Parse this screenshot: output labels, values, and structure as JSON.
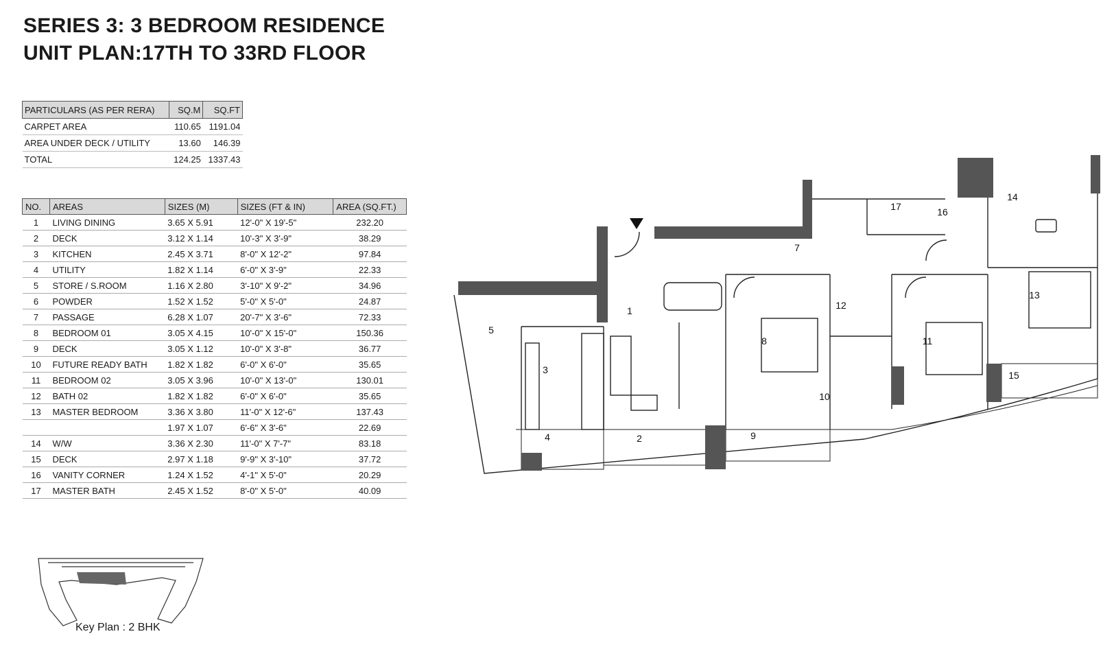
{
  "title": {
    "line1": "SERIES 3: 3 BEDROOM RESIDENCE",
    "line2": "UNIT PLAN:17TH TO 33RD FLOOR"
  },
  "summary_table": {
    "headers": [
      "PARTICULARS (AS PER RERA)",
      "SQ.M",
      "SQ.FT"
    ],
    "rows": [
      [
        "CARPET AREA",
        "110.65",
        "1191.04"
      ],
      [
        "AREA UNDER DECK / UTILITY",
        "13.60",
        "146.39"
      ],
      [
        "TOTAL",
        "124.25",
        "1337.43"
      ]
    ]
  },
  "areas_table": {
    "headers": [
      "NO.",
      "AREAS",
      "SIZES (M)",
      "SIZES (FT & IN)",
      "AREA (SQ.FT.)"
    ],
    "rows": [
      [
        "1",
        "LIVING DINING",
        "3.65 X 5.91",
        "12'-0\" X 19'-5\"",
        "232.20"
      ],
      [
        "2",
        "DECK",
        "3.12 X 1.14",
        "10'-3\" X 3'-9\"",
        "38.29"
      ],
      [
        "3",
        "KITCHEN",
        "2.45 X 3.71",
        "8'-0\" X 12'-2\"",
        "97.84"
      ],
      [
        "4",
        "UTILITY",
        "1.82 X 1.14",
        "6'-0\" X 3'-9\"",
        "22.33"
      ],
      [
        "5",
        "STORE / S.ROOM",
        "1.16 X 2.80",
        "3'-10\" X 9'-2\"",
        "34.96"
      ],
      [
        "6",
        "POWDER",
        "1.52 X 1.52",
        "5'-0\" X 5'-0\"",
        "24.87"
      ],
      [
        "7",
        "PASSAGE",
        "6.28 X 1.07",
        "20'-7\" X 3'-6\"",
        "72.33"
      ],
      [
        "8",
        "BEDROOM 01",
        "3.05 X 4.15",
        "10'-0\" X 15'-0\"",
        "150.36"
      ],
      [
        "9",
        "DECK",
        "3.05 X 1.12",
        "10'-0\" X 3'-8\"",
        "36.77"
      ],
      [
        "10",
        "FUTURE READY BATH",
        "1.82 X 1.82",
        "6'-0\" X 6'-0\"",
        "35.65"
      ],
      [
        "11",
        "BEDROOM 02",
        "3.05 X 3.96",
        "10'-0\" X 13'-0\"",
        "130.01"
      ],
      [
        "12",
        "BATH 02",
        "1.82 X 1.82",
        "6'-0\" X 6'-0\"",
        "35.65"
      ],
      [
        "13",
        "MASTER BEDROOM",
        "3.36 X 3.80",
        "11'-0\" X 12'-6\"",
        "137.43"
      ],
      [
        "",
        "",
        "1.97 X 1.07",
        "6'-6\" X 3'-6\"",
        "22.69"
      ],
      [
        "14",
        "W/W",
        "3.36 X 2.30",
        "11'-0\" X 7'-7\"",
        "83.18"
      ],
      [
        "15",
        "DECK",
        "2.97 X 1.18",
        "9'-9\" X 3'-10\"",
        "37.72"
      ],
      [
        "16",
        "VANITY CORNER",
        "1.24 X 1.52",
        "4'-1\" X 5'-0\"",
        "20.29"
      ],
      [
        "17",
        "MASTER BATH",
        "2.45 X 1.52",
        "8'-0\" X 5'-0\"",
        "40.09"
      ]
    ]
  },
  "plan_labels": [
    "1",
    "2",
    "3",
    "4",
    "5",
    "7",
    "8",
    "9",
    "10",
    "11",
    "12",
    "13",
    "14",
    "15",
    "16",
    "17"
  ],
  "key_plan": {
    "label": "Key Plan : 2 BHK"
  }
}
